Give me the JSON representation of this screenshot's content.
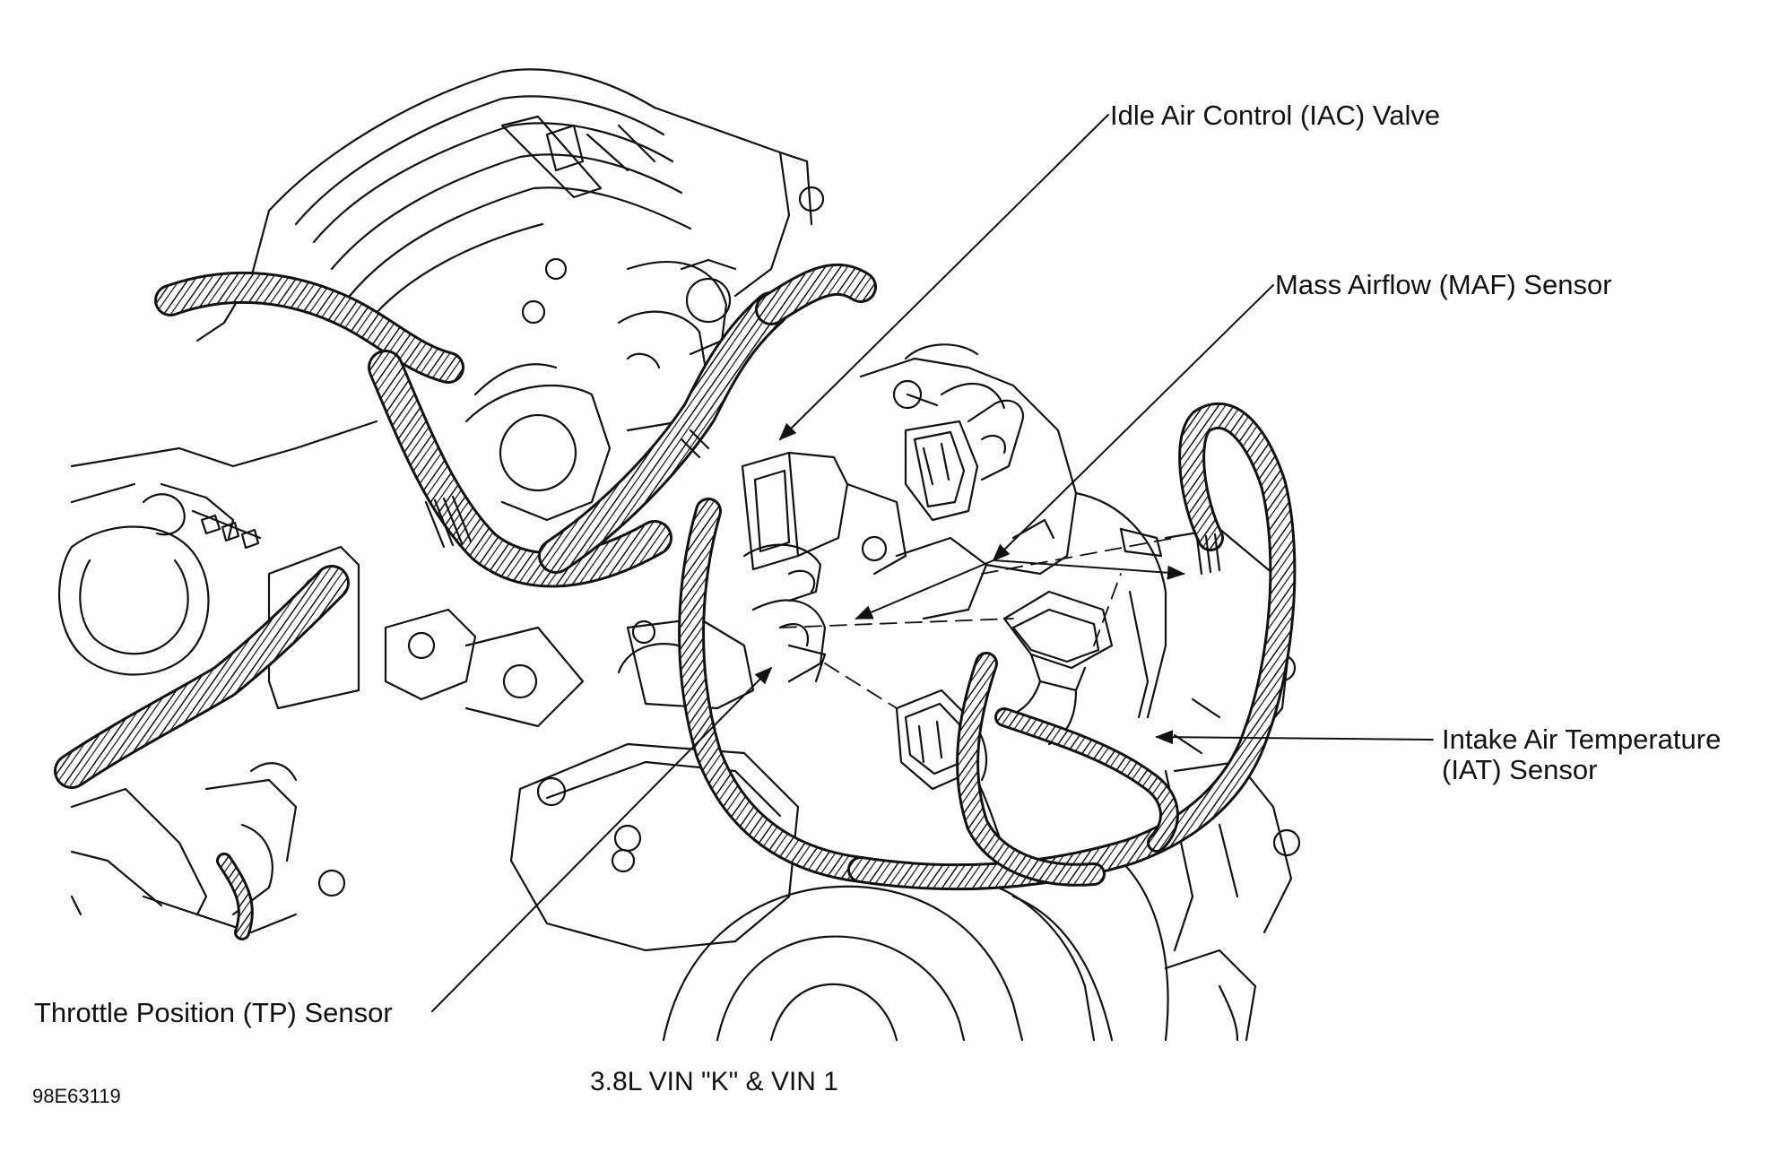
{
  "callouts": {
    "iac": "Idle Air Control (IAC) Valve",
    "maf": "Mass Airflow (MAF) Sensor",
    "iat_line1": "Intake Air Temperature",
    "iat_line2": "(IAT) Sensor",
    "tp": "Throttle Position (TP) Sensor"
  },
  "caption": "3.8L VIN \"K\" & VIN 1",
  "figure_code": "98E63119",
  "colors": {
    "ink": "#111111",
    "background": "#ffffff"
  }
}
